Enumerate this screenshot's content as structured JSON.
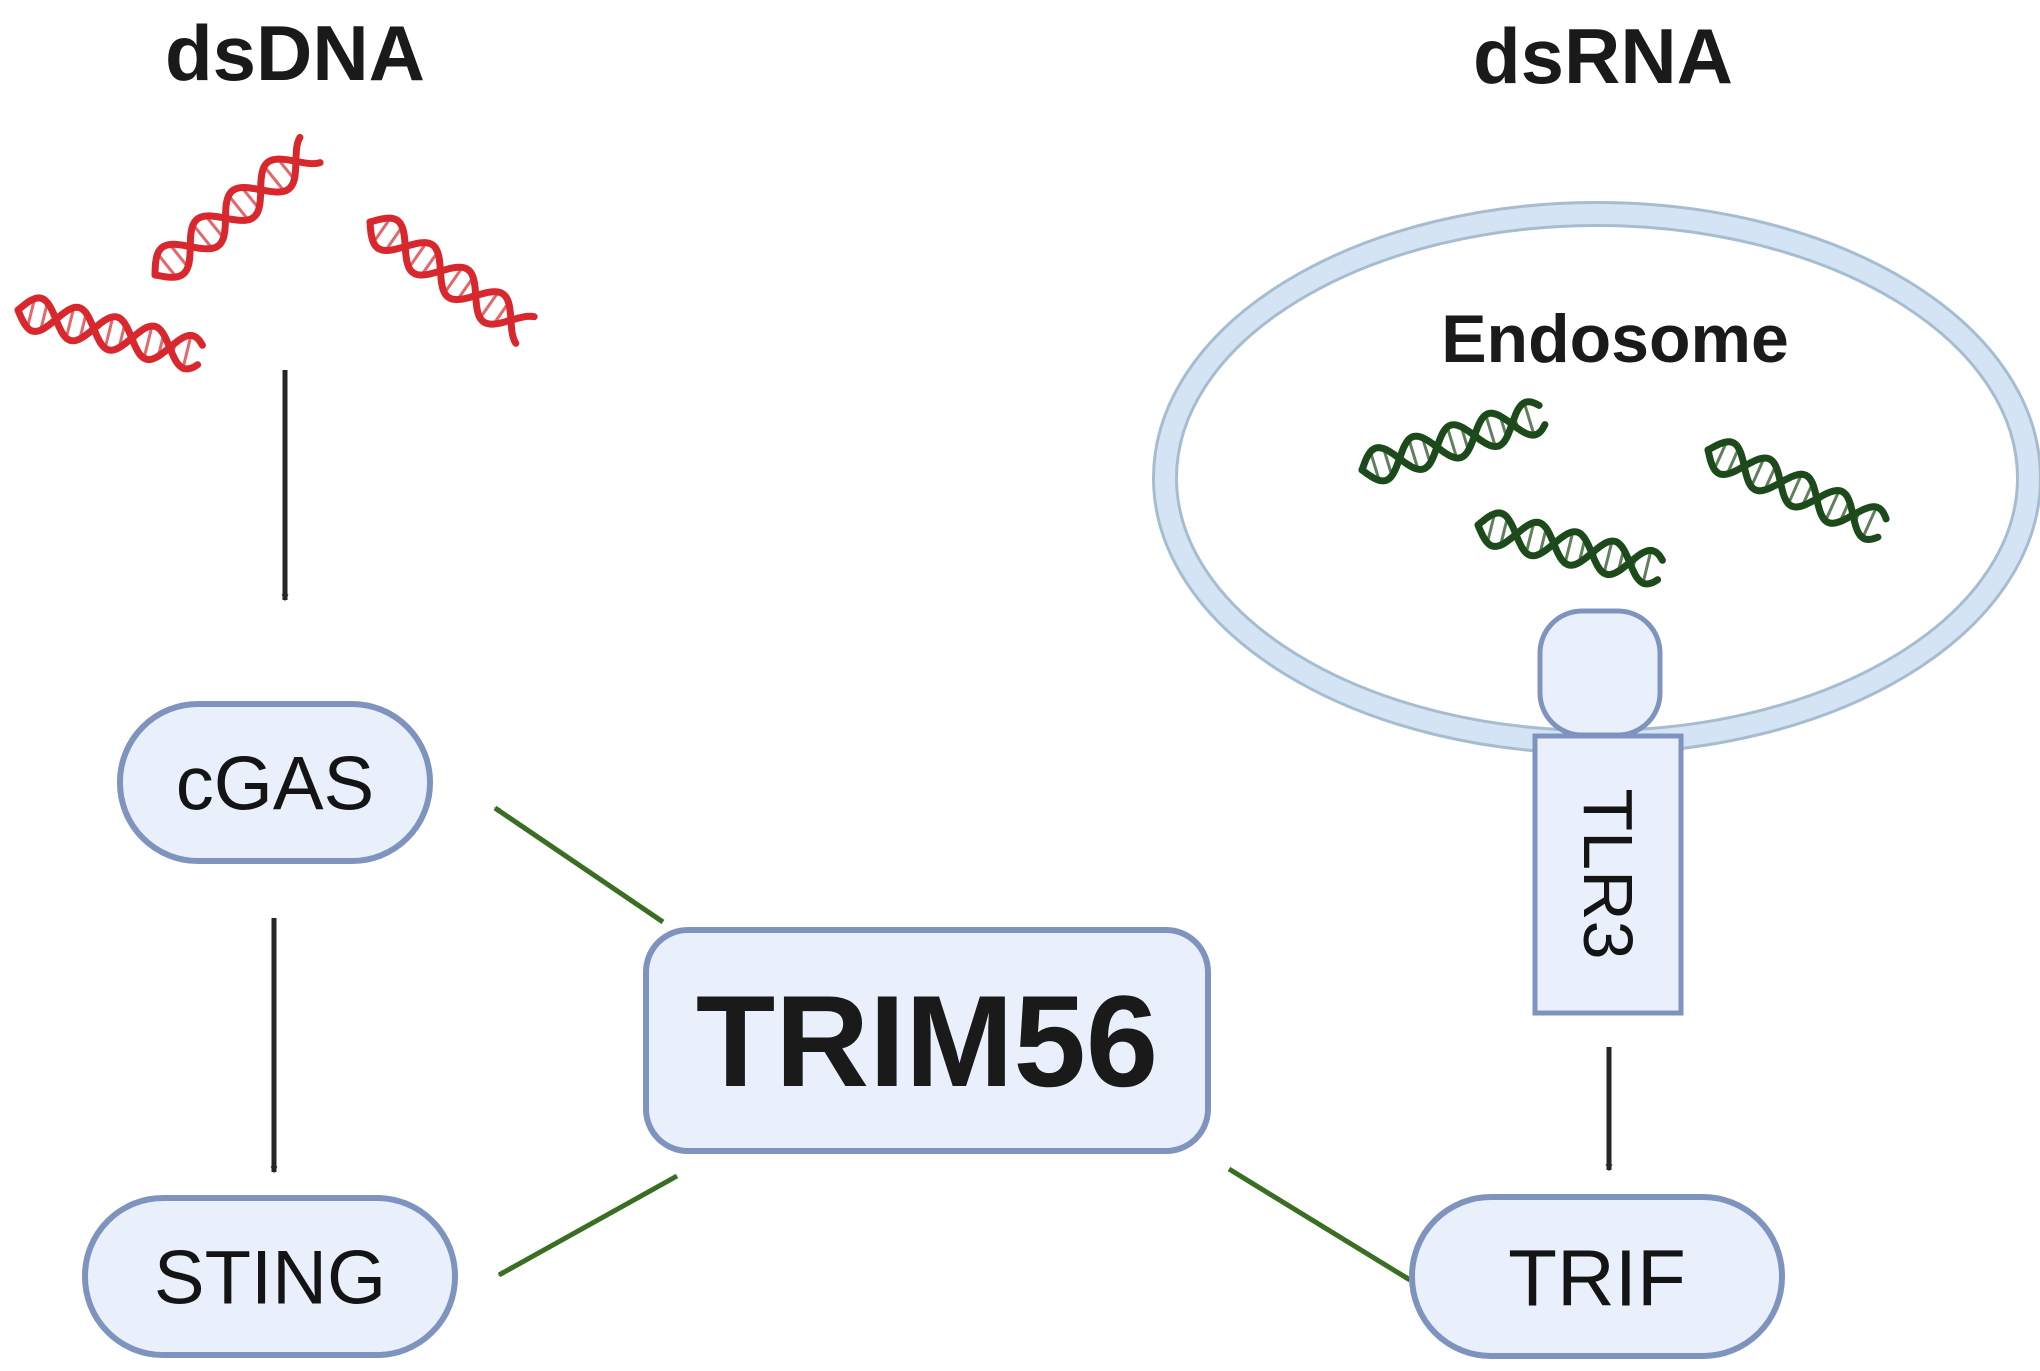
{
  "headings": {
    "left": "dsDNA",
    "right": "dsRNA"
  },
  "compartment": {
    "label": "Endosome"
  },
  "nodes": {
    "cgas": "cGAS",
    "sting": "STING",
    "trim56": "TRIM56",
    "tlr3": "TLR3",
    "trif": "TRIF"
  },
  "colors": {
    "dsdna": "#d8282d",
    "dsrna": "#1d4a1a",
    "node_fill": "#e9f0fb",
    "node_border": "#7f93bf",
    "endosome_ring": "#d4e4f4",
    "endosome_border": "#a6bcd0",
    "activation_arrow": "#3a6e22",
    "pathway_arrow": "#262626"
  }
}
